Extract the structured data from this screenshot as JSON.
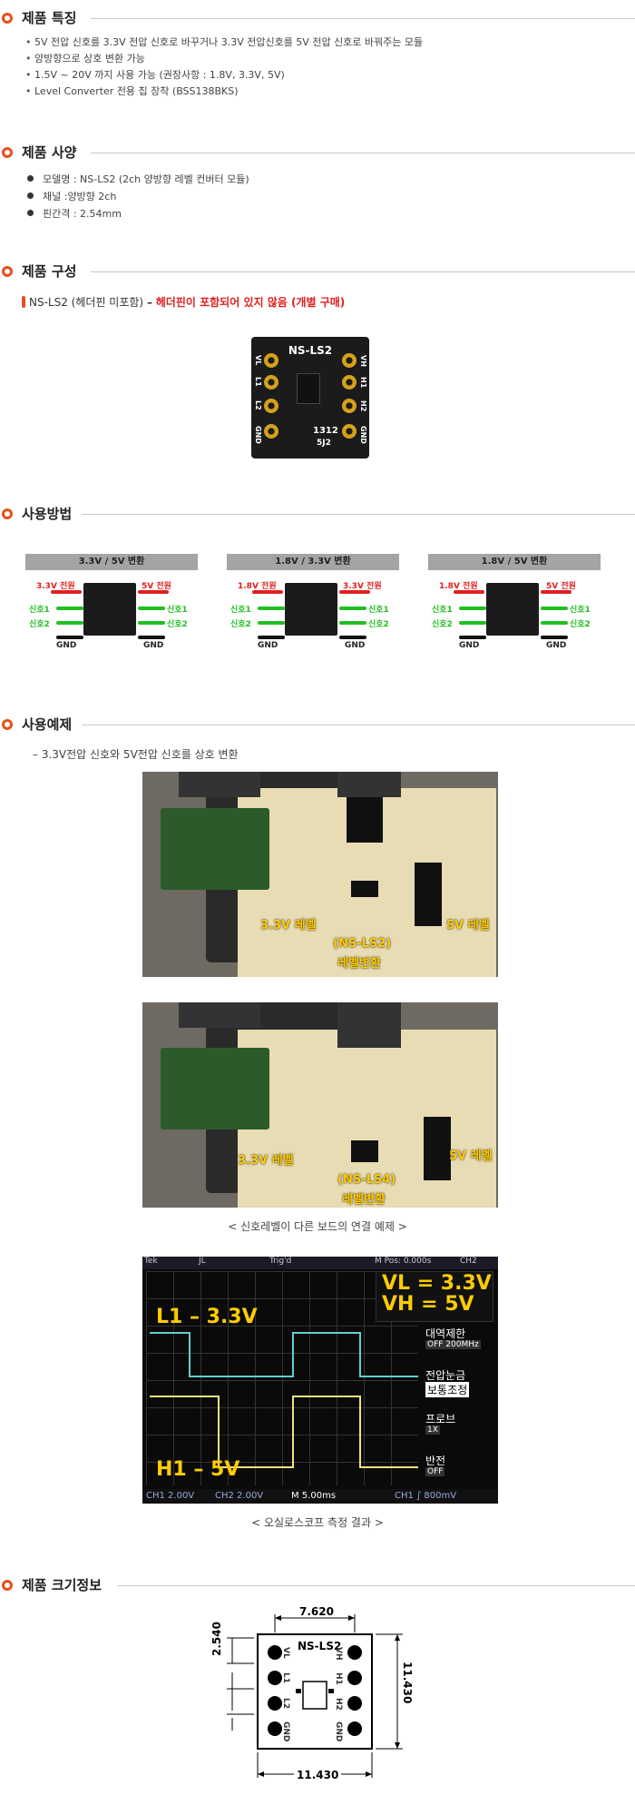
{
  "sections": {
    "features_title": "제품 특징",
    "specs_title": "제품 사양",
    "composition_title": "제품 구성",
    "usage_title": "사용방법",
    "example_title": "사용예제",
    "dimensions_title": "제품 크기정보"
  },
  "features": [
    "5V 전압 신호를 3.3V 전압 신호로 바꾸거나 3.3V 전압신호를 5V 전압 신호로 바꿔주는 모듈",
    "양방향으로 상호 변환 가능",
    "1.5V ~ 20V 까지 사용 가능 (권장사항 : 1.8V, 3.3V, 5V)",
    "Level Converter 전용 칩 장착 (BSS138BKS)"
  ],
  "specs": [
    "모델명 : NS-LS2 (2ch 양방향 레벨 컨버터 모듈)",
    "채널 :양방향 2ch",
    "핀간격 : 2.54mm"
  ],
  "composition": {
    "item": "NS-LS2 (헤더핀 미포함)",
    "dash": "–",
    "note": "헤더핀이 포함되어 있지 않음 (개별 구매)"
  },
  "board": {
    "name": "NS-LS2",
    "pins_left": [
      "VL",
      "L1",
      "L2",
      "GND"
    ],
    "pins_right": [
      "VH",
      "H1",
      "H2",
      "GND"
    ],
    "code": "1312",
    "code2": "5J2"
  },
  "usage_panels": [
    {
      "title": "3.3V / 5V 변환",
      "left_power": "3.3V 전원",
      "right_power": "5V 전원"
    },
    {
      "title": "1.8V / 3.3V 변환",
      "left_power": "1.8V 전원",
      "right_power": "3.3V 전원"
    },
    {
      "title": "1.8V / 5V 변환",
      "left_power": "1.8V 전원",
      "right_power": "5V 전원"
    }
  ],
  "usage_labels": {
    "signal1": "신호1",
    "signal2": "신호2",
    "gnd": "GND"
  },
  "example": {
    "intro": "– 3.3V전압 신호와 5V전압 신호를 상호 변환",
    "photo1": {
      "left_label": "3.3V 레벨",
      "right_label": "5V 레벨",
      "center_label1": "(NS-LS2)",
      "center_label2": "레벨변환"
    },
    "photo2": {
      "left_label": "3.3V 레벨",
      "right_label": "5V 레벨",
      "center_label1": "(NS-LS4)",
      "center_label2": "레벨변환"
    },
    "caption1": "< 신호레벨이 다른 보드의 연결 예제 >",
    "scope": {
      "vl": "VL = 3.3V",
      "vh": "VH = 5V",
      "l1": "L1 – 3.3V",
      "h1": "H1 – 5V",
      "top_left": "Tek",
      "top_mid1": "JL",
      "top_trig": "Trig'd",
      "top_pos": "M Pos: 0.000s",
      "top_ch": "CH2",
      "menu": [
        "대역제한",
        "전압눈금",
        "프로브",
        "반전"
      ],
      "menu_vals": [
        "OFF 200MHz",
        "보통조정",
        "1X",
        "OFF"
      ],
      "bottom": [
        "CH1 2.00V",
        "CH2 2.00V",
        "M 5.00ms",
        "CH1 ∫ 800mV"
      ]
    },
    "caption2": "< 오실로스코프 측정 결과 >"
  },
  "dimensions": {
    "width_top": "7.620",
    "height_left": "2.540",
    "height_right": "11.430",
    "width_bottom": "11.430",
    "board_name": "NS-LS2",
    "pins_left": [
      "VL",
      "L1",
      "L2",
      "GND"
    ],
    "pins_right": [
      "VH",
      "H1",
      "H2",
      "GND"
    ]
  },
  "colors": {
    "accent": "#e8501c",
    "red_wire": "#e02020",
    "green_wire": "#22c022",
    "black_wire": "#111111",
    "note_red": "#e02020",
    "scope_label": "#ffcc00"
  }
}
